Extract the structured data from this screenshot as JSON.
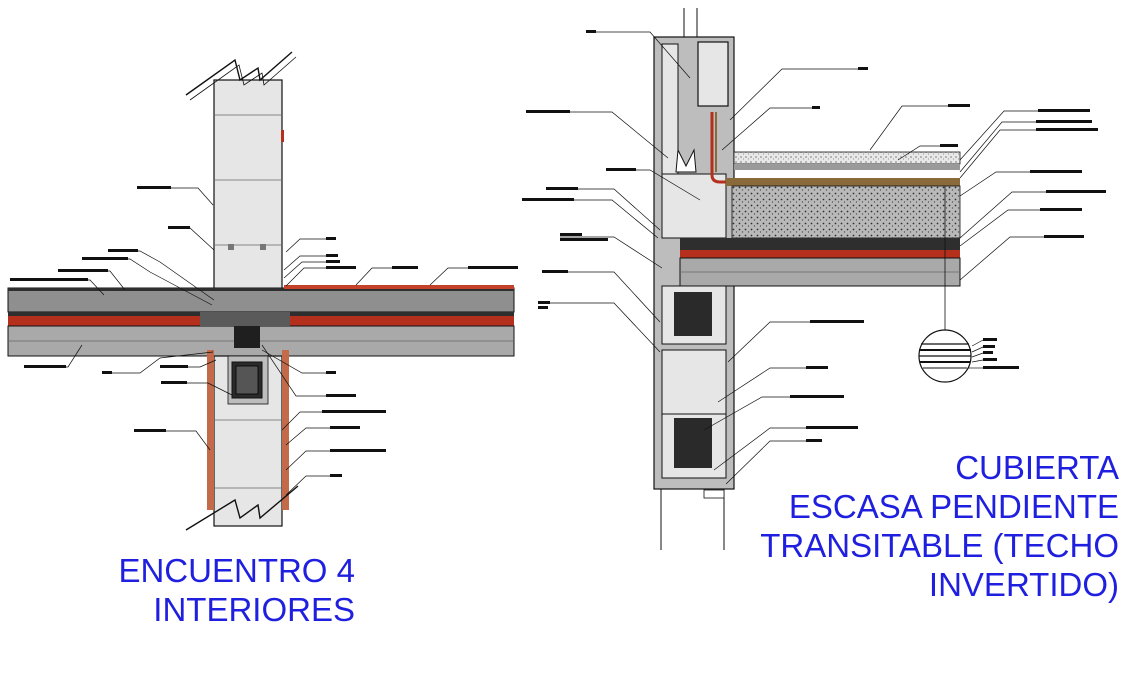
{
  "captions": {
    "left": [
      "ENCUENTRO 4",
      "INTERIORES"
    ],
    "right": [
      "CUBIERTA",
      "ESCASA PENDIENTE",
      "TRANSITABLE (TECHO",
      "INVERTIDO)"
    ]
  },
  "colors": {
    "caption": "#1f1fe0",
    "line": "#111111",
    "slab": "#a9a9a9",
    "dark_layer": "#3a3a3a",
    "membrane": "#b5301c",
    "gravel": "#9a9a9a",
    "screed": "#8a6a3a",
    "block": "#e6e6e6"
  },
  "icons": [
    "break-line-icon",
    "callout-lines",
    "detail-bubble-icon"
  ]
}
